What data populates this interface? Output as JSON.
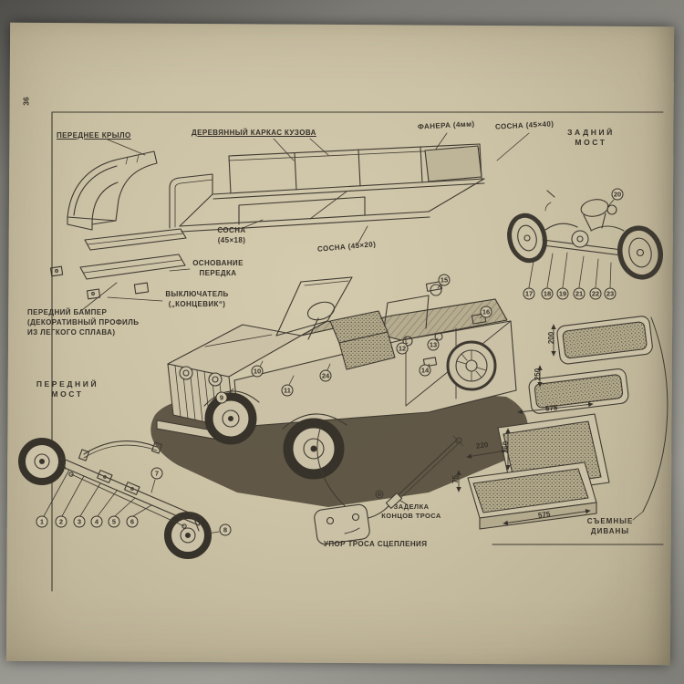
{
  "page": {
    "number": "36"
  },
  "colors": {
    "paper": "#cbc1a5",
    "ink": "#37322a",
    "car_shadow": "#574e3e"
  },
  "labels": {
    "front_fender": "ПЕРЕДНЕЕ КРЫЛО",
    "wooden_body_frame": "ДЕРЕВЯННЫЙ КАРКАС КУЗОВА",
    "plywood": "ФАНЕРА (4мм)",
    "pine_45x40": "СОСНА (45×40)",
    "rear_axle": "ЗАДНИЙ\nМОСТ",
    "pine_45x18": "СОСНА\n(45×18)",
    "pine_45x20": "СОСНА (45×20)",
    "front_base": "ОСНОВАНИЕ\nПЕРЕДКА",
    "limit_switch": "ВЫКЛЮЧАТЕЛЬ\n(„КОНЦЕВИК“)",
    "front_bumper": "ПЕРЕДНИЙ БАМПЕР\n(ДЕКОРАТИВНЫЙ ПРОФИЛЬ\nИЗ ЛЕГКОГО СПЛАВА)",
    "front_axle": "ПЕРЕДНИЙ\nМОСТ",
    "cable_ends": "ЗАДЕЛКА\nКОНЦОВ ТРОСА",
    "clutch_stop": "УПОР ТРОСА СЦЕПЛЕНИЯ",
    "removable_seats": "СЪЕМНЫЕ\nДИВАНЫ"
  },
  "callouts": {
    "front_axle": [
      "1",
      "2",
      "3",
      "4",
      "5",
      "6",
      "7",
      "8"
    ],
    "body": [
      "9",
      "10",
      "11",
      "12",
      "13",
      "14",
      "15",
      "16",
      "24"
    ],
    "rear_axle": [
      "17",
      "18",
      "19",
      "20",
      "21",
      "22",
      "23"
    ]
  },
  "dims": [
    "200",
    "250",
    "575",
    "260",
    "220",
    "75",
    "575"
  ]
}
